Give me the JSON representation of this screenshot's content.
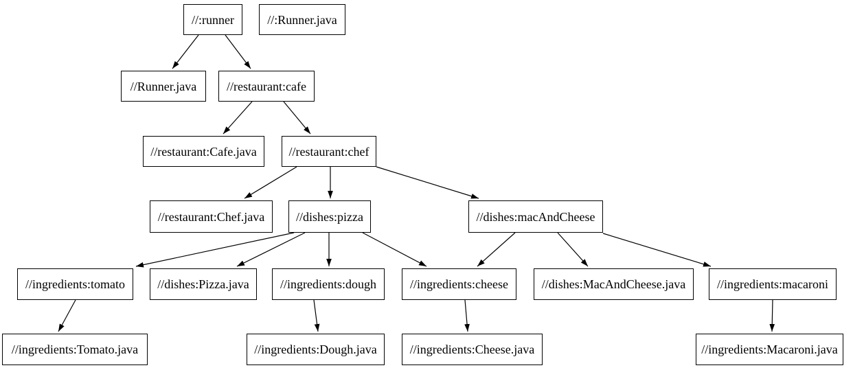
{
  "diagram": {
    "kind": "dependency-graph",
    "background_color": "#ffffff",
    "node_fill_color": "#ffffff",
    "node_border_color": "#000000",
    "edge_color": "#000000",
    "nodes": [
      {
        "id": "runner",
        "label": "//:runner"
      },
      {
        "id": "runner-java-src",
        "label": "//:Runner.java"
      },
      {
        "id": "runner-java",
        "label": "//Runner.java"
      },
      {
        "id": "cafe",
        "label": "//restaurant:cafe"
      },
      {
        "id": "cafe-java",
        "label": "//restaurant:Cafe.java"
      },
      {
        "id": "chef",
        "label": "//restaurant:chef"
      },
      {
        "id": "chef-java",
        "label": "//restaurant:Chef.java"
      },
      {
        "id": "pizza",
        "label": "//dishes:pizza"
      },
      {
        "id": "mac-and-cheese",
        "label": "//dishes:macAndCheese"
      },
      {
        "id": "tomato",
        "label": "//ingredients:tomato"
      },
      {
        "id": "pizza-java",
        "label": "//dishes:Pizza.java"
      },
      {
        "id": "dough",
        "label": "//ingredients:dough"
      },
      {
        "id": "cheese",
        "label": "//ingredients:cheese"
      },
      {
        "id": "mac-and-cheese-java",
        "label": "//dishes:MacAndCheese.java"
      },
      {
        "id": "macaroni",
        "label": "//ingredients:macaroni"
      },
      {
        "id": "tomato-java",
        "label": "//ingredients:Tomato.java"
      },
      {
        "id": "dough-java",
        "label": "//ingredients:Dough.java"
      },
      {
        "id": "cheese-java",
        "label": "//ingredients:Cheese.java"
      },
      {
        "id": "macaroni-java",
        "label": "//ingredients:Macaroni.java"
      }
    ],
    "edges": [
      {
        "from": "runner",
        "to": "runner-java"
      },
      {
        "from": "runner",
        "to": "cafe"
      },
      {
        "from": "cafe",
        "to": "cafe-java"
      },
      {
        "from": "cafe",
        "to": "chef"
      },
      {
        "from": "chef",
        "to": "chef-java"
      },
      {
        "from": "chef",
        "to": "pizza"
      },
      {
        "from": "chef",
        "to": "mac-and-cheese"
      },
      {
        "from": "pizza",
        "to": "tomato"
      },
      {
        "from": "pizza",
        "to": "pizza-java"
      },
      {
        "from": "pizza",
        "to": "dough"
      },
      {
        "from": "pizza",
        "to": "cheese"
      },
      {
        "from": "mac-and-cheese",
        "to": "cheese"
      },
      {
        "from": "mac-and-cheese",
        "to": "mac-and-cheese-java"
      },
      {
        "from": "mac-and-cheese",
        "to": "macaroni"
      },
      {
        "from": "tomato",
        "to": "tomato-java"
      },
      {
        "from": "dough",
        "to": "dough-java"
      },
      {
        "from": "cheese",
        "to": "cheese-java"
      },
      {
        "from": "macaroni",
        "to": "macaroni-java"
      }
    ]
  }
}
